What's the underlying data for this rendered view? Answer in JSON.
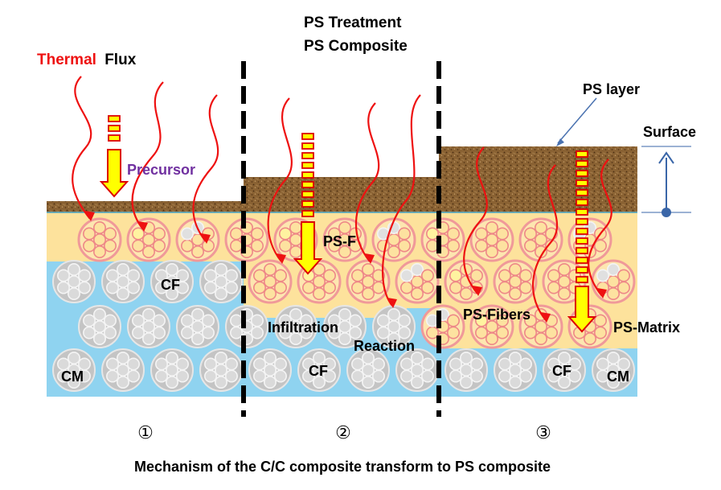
{
  "header": {
    "line1": "PS Treatment",
    "line2": "PS Composite"
  },
  "labels": {
    "thermal_word": "Thermal",
    "flux_word": "Flux",
    "precursor": "Precursor",
    "ps_layer": "PS layer",
    "surface": "Surface",
    "ps_f": "PS-F",
    "cf": "CF",
    "cm": "CM",
    "infiltration": "Infiltration",
    "reaction": "Reaction",
    "ps_fibers": "PS-Fibers",
    "ps_matrix": "PS-Matrix"
  },
  "stages": [
    "①",
    "②",
    "③"
  ],
  "caption": "Mechanism of the C/C composite transform to PS composite",
  "colors": {
    "thermal_red": "#ee1111",
    "precursor_purple": "#7030a0",
    "matrix_blue": "#8fd3f0",
    "ps_layer_cream": "#fde29c",
    "surface_brown": "#8a6233",
    "carbon_fiber_grey": "#c8c8c8",
    "ps_fiber_pink": "#f09999",
    "arrow_yellow": "#ffff00",
    "arrow_outline_red": "#dd0000",
    "axis_blue": "#3a66a8"
  }
}
